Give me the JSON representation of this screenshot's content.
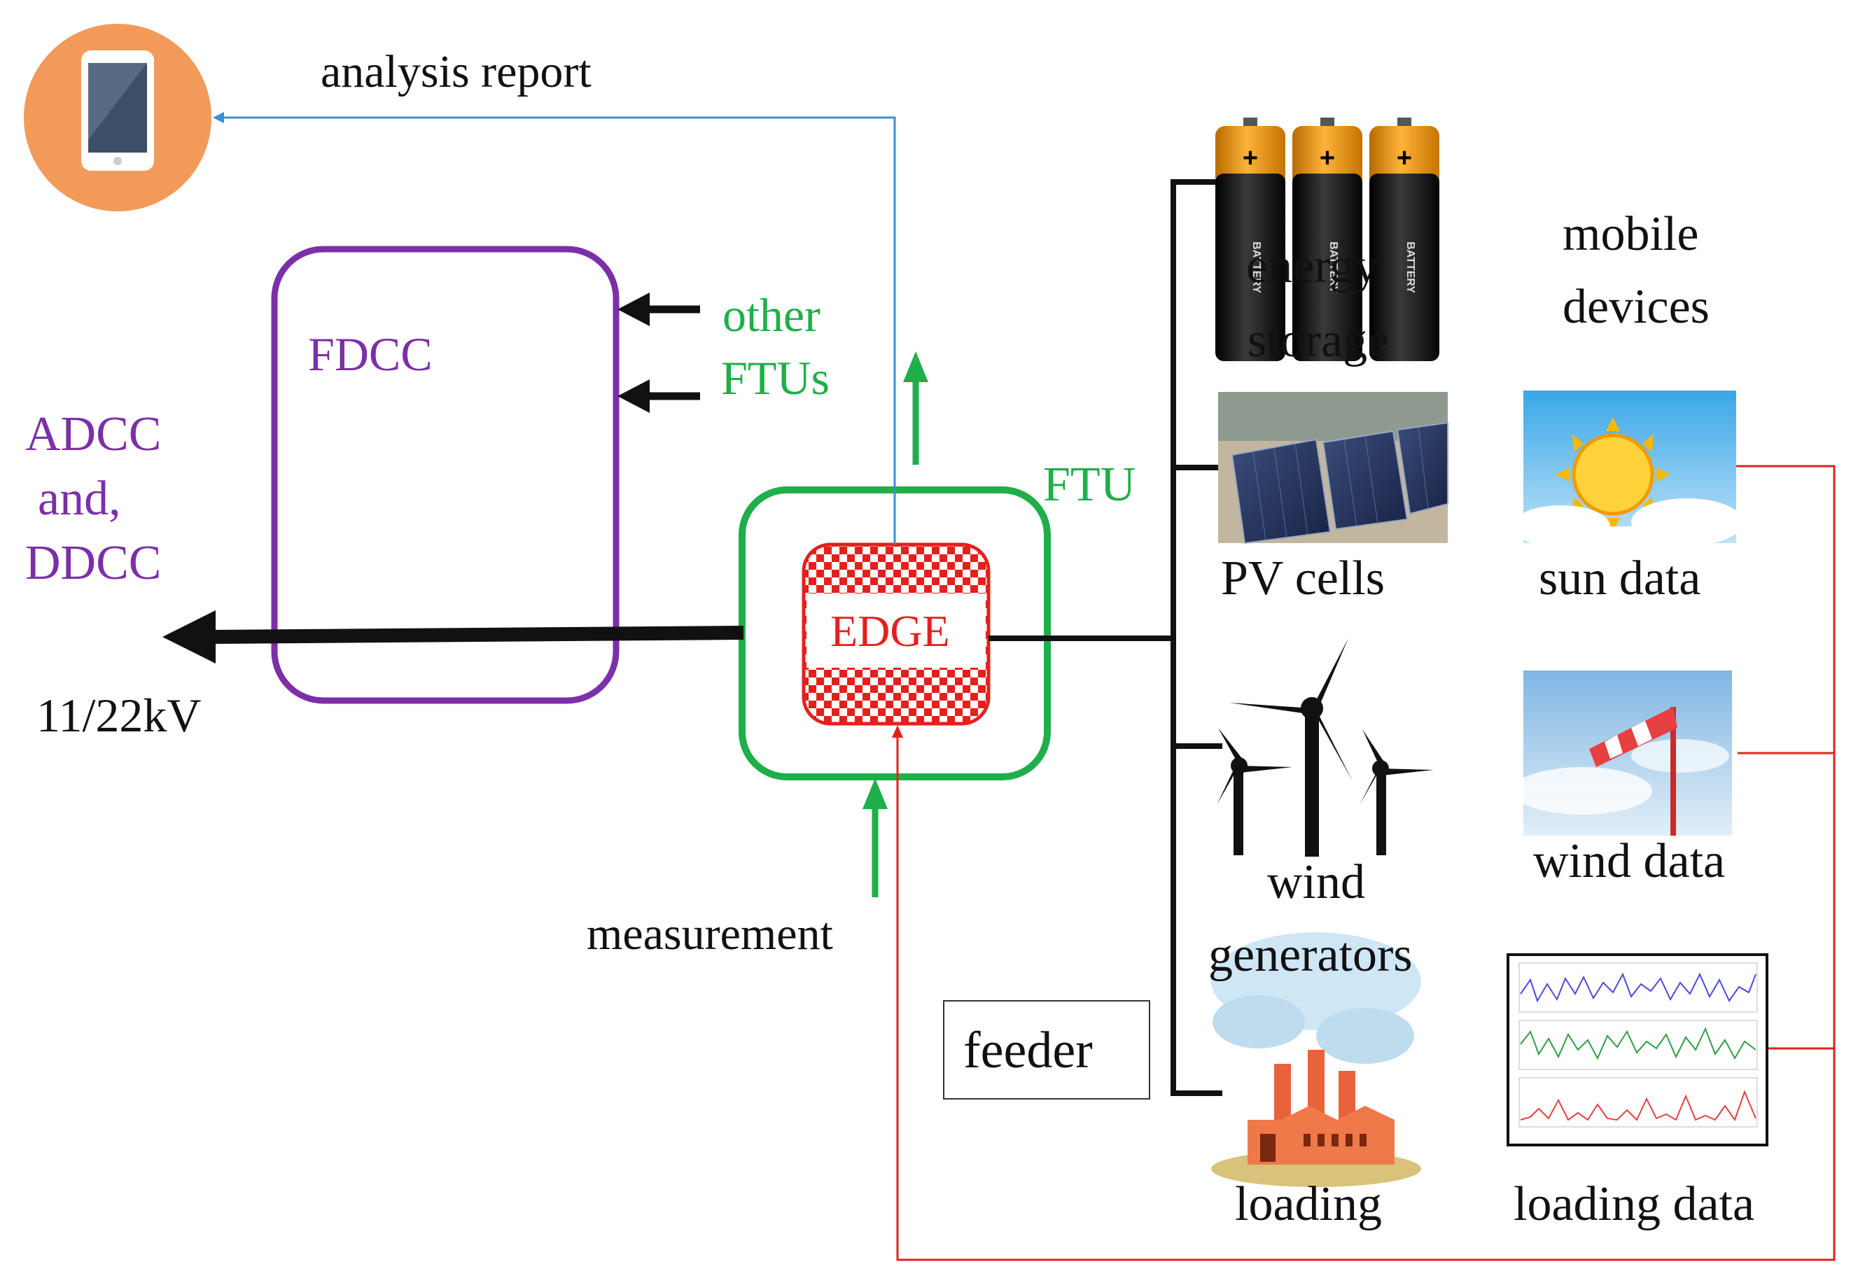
{
  "labels": {
    "analysis_report": "analysis report",
    "fdcc": "FDCC",
    "adcc_line1": "ADCC",
    "adcc_line2": "and,",
    "adcc_line3": "DDCC",
    "voltage": "11/22kV",
    "other": "other",
    "ftus": "FTUs",
    "ftu": "FTU",
    "edge": "EDGE",
    "measurement": "measurement",
    "energy": "energy",
    "storage": "storage",
    "mobile": "mobile",
    "devices": "devices",
    "pv_cells": "PV cells",
    "sun_data": "sun data",
    "wind": "wind",
    "generators": "generators",
    "wind_data": "wind data",
    "feeder": "feeder",
    "loading": "loading",
    "loading_data": "loading data",
    "battery_text": "BATTERY",
    "battery_plus": "+"
  },
  "colors": {
    "purple": "#7b2fa8",
    "green": "#1fae4a",
    "red": "#e5201c",
    "blue": "#3a8fd0",
    "black": "#111111",
    "phone_circle": "#f29a59"
  },
  "icons": {
    "phone": "smartphone-icon",
    "battery": "battery-icon",
    "pv": "solar-panel-icon",
    "sun": "sun-weather-icon",
    "turbine": "wind-turbine-icon",
    "windsock": "windsock-icon",
    "factory": "factory-icon",
    "loadchart": "load-chart-icon"
  }
}
